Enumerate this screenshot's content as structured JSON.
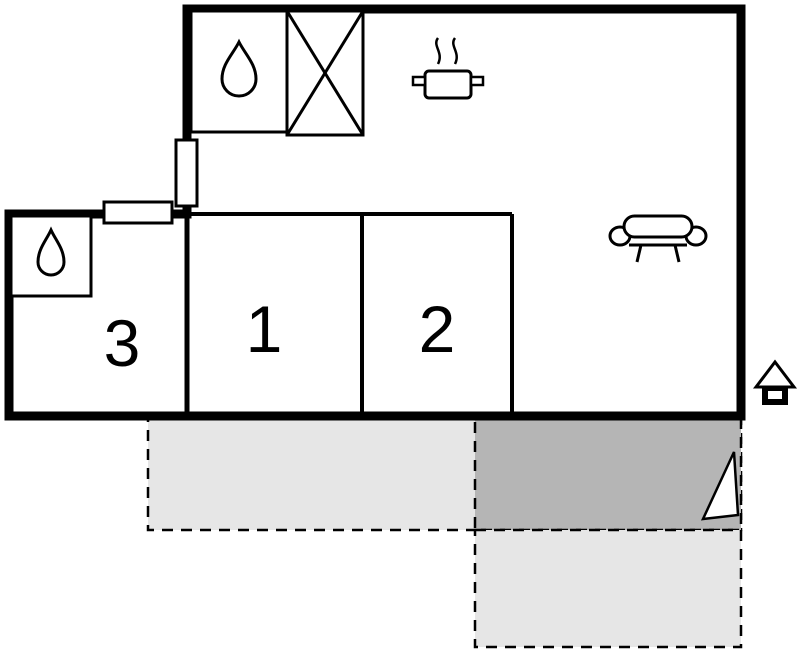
{
  "floorplan": {
    "kind": "holiday-home-floor-plan",
    "rooms": {
      "room1": {
        "number": "1"
      },
      "room2": {
        "number": "2"
      },
      "room3": {
        "number": "3"
      }
    },
    "colors": {
      "wall": "#000000",
      "floor": "#ffffff",
      "water": "#aeeaf2",
      "terrace_light": "#e6e6e6",
      "terrace_dark": "#b5b5b5"
    },
    "icons": {
      "kitchen_sink": "water-drop-icon",
      "bathroom_sink": "water-drop-icon",
      "shower": "shower-cross-icon",
      "stove": "steaming-pot-icon",
      "sofa": "sofa-icon",
      "entrance": "house-icon",
      "terrace_marker": "triangle-marker-icon"
    }
  }
}
